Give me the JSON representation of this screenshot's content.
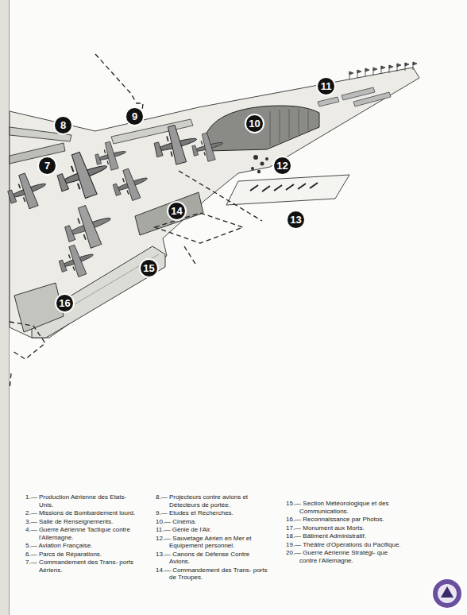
{
  "diagram": {
    "nodes": [
      {
        "text": [
          "11"
        ]
      },
      {
        "text": [
          "8"
        ]
      },
      {
        "text": [
          "9"
        ]
      },
      {
        "text": [
          "10"
        ]
      },
      {
        "text": [
          "7"
        ]
      },
      {
        "text": [
          "12"
        ]
      },
      {
        "text": [
          "14"
        ]
      },
      {
        "text": [
          "13"
        ]
      },
      {
        "text": [
          "15"
        ]
      },
      {
        "text": [
          "16"
        ]
      }
    ],
    "labels": [
      "1.— Production Aérienne des Etats-Unis.",
      "2.— Missions de Bombardement lourd.",
      "3.— Salle de Renseignements.",
      "4.— Guerre Aérienne Tactique contre l'Allemagne.",
      "5.— Aviation Française.",
      "6.— Parcs de Réparations.",
      "7.— Commandement des Trans- ports Aériens.",
      "8.— Projecteurs contre avions et Détecteurs de portée.",
      "9.— Etudes et Recherches.",
      "10.— Cinéma.",
      "11.— Génie de l'Air.",
      "12.— Sauvetage Aérien en Mer et Equipement personnel.",
      "13.— Canons de Défense Contre Avions.",
      "14.— Commandement des Trans- ports de Troupes.",
      "15.— Section Météorologique et des Communications.",
      "16.— Reconnaissance par Photos.",
      "17.— Monument aux Morts.",
      "18.— Bâtiment Administratif.",
      "19.— Théâtre d'Opérations du Pacifique.",
      "20.— Guerre Aérienne Stratégi- que contre l'Allemagne."
    ]
  }
}
